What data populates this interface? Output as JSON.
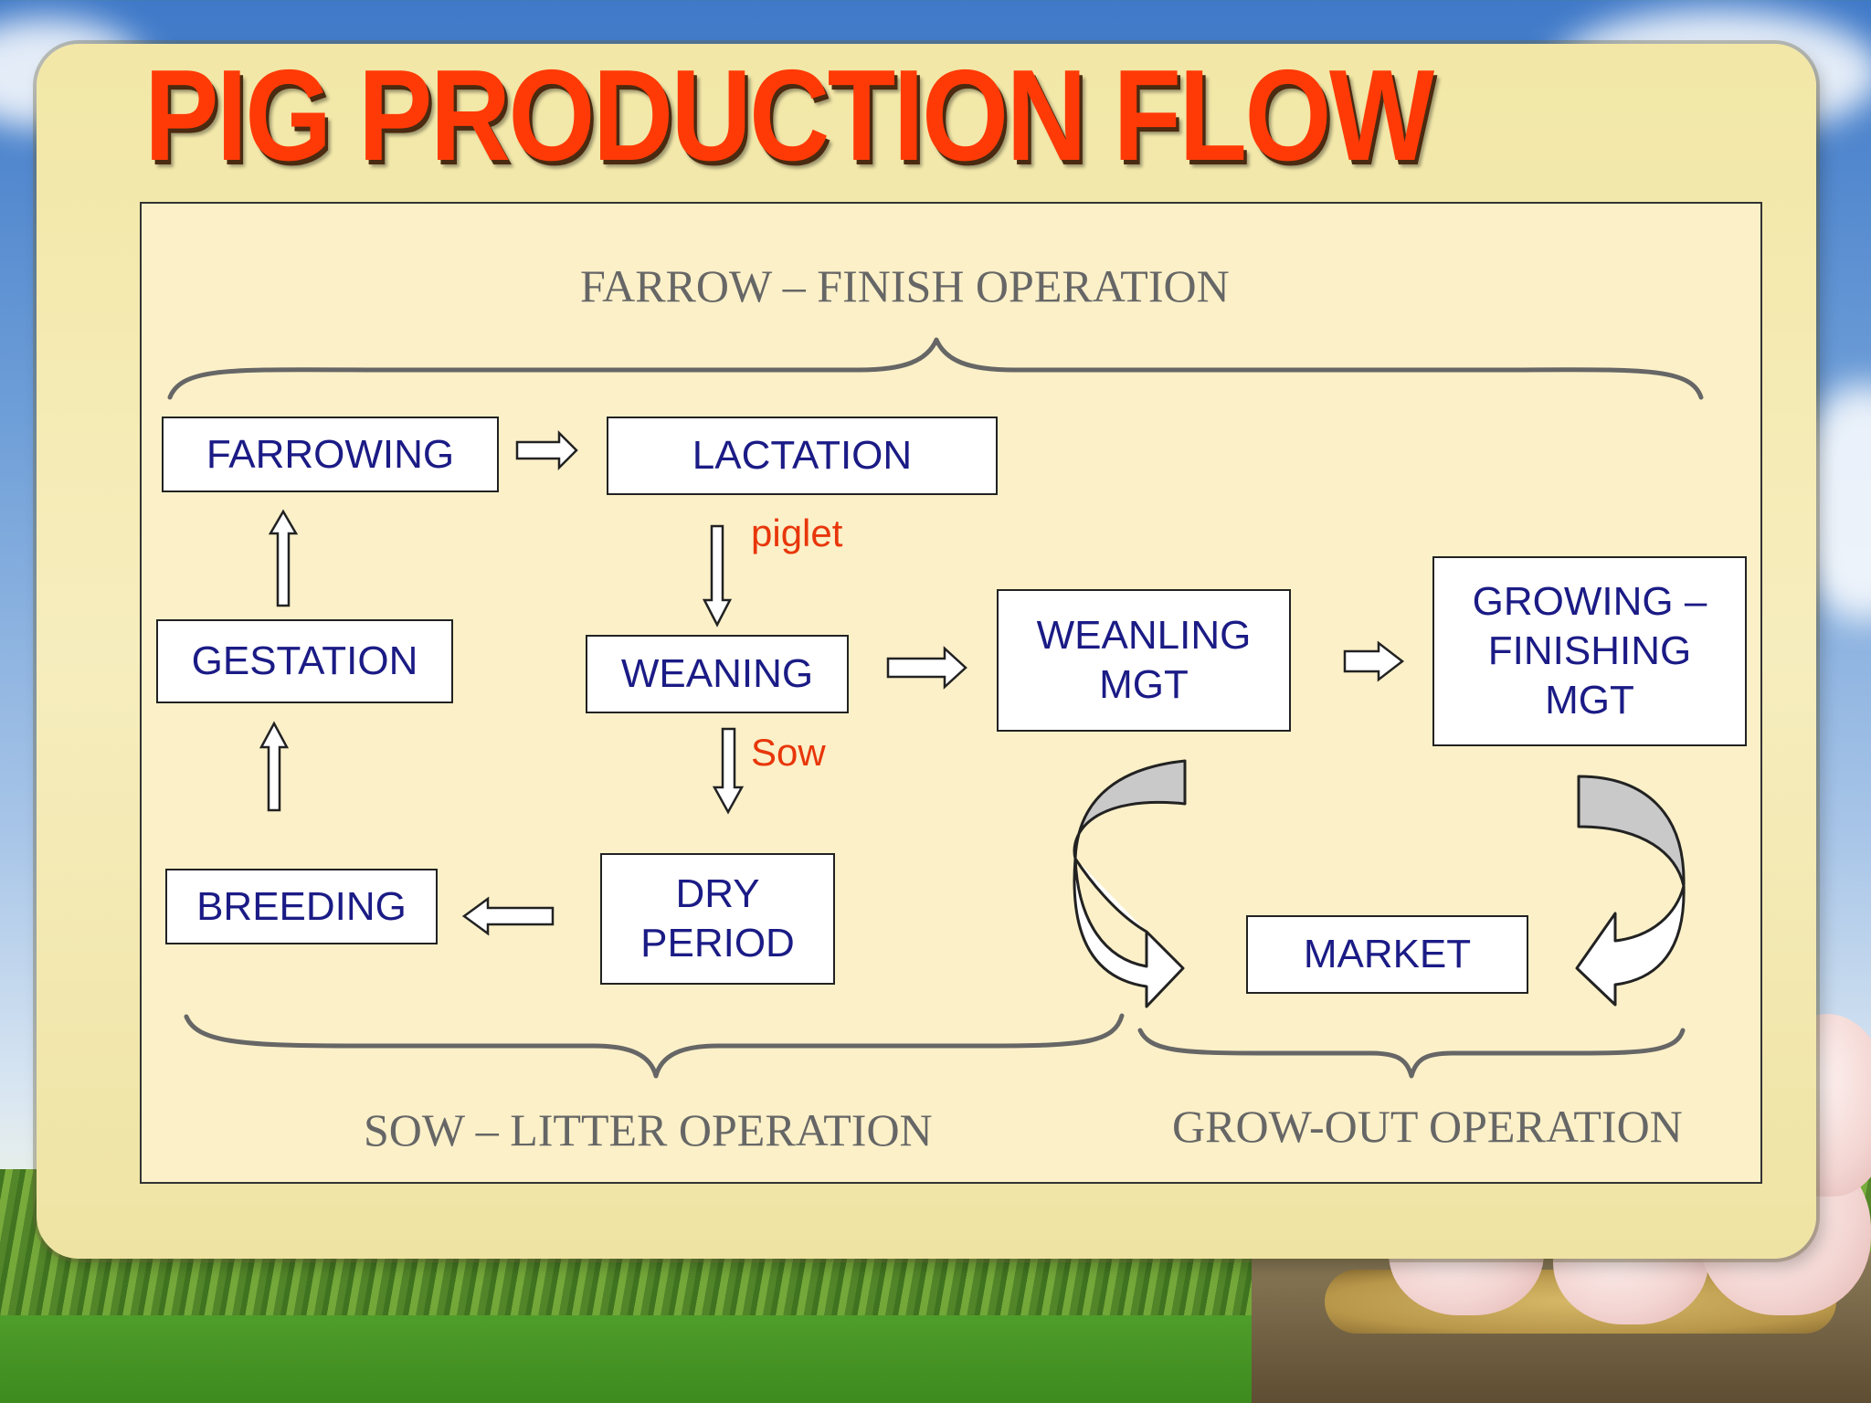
{
  "title": "PIG PRODUCTION FLOW",
  "groups": {
    "farrow_finish": "FARROW – FINISH OPERATION",
    "sow_litter": "SOW – LITTER OPERATION",
    "grow_out": "GROW-OUT OPERATION"
  },
  "stages": {
    "farrowing": "FARROWING",
    "lactation": "LACTATION",
    "gestation": "GESTATION",
    "weaning": "WEANING",
    "weanling": "WEANLING\nMGT",
    "growing": "GROWING –\nFINISHING\nMGT",
    "breeding": "BREEDING",
    "dry_period": "DRY\nPERIOD",
    "market": "MARKET"
  },
  "edge_labels": {
    "piglet": "piglet",
    "sow": "Sow"
  },
  "colors": {
    "title": "#ff3a06",
    "box_text": "#1b1b86",
    "edge_label": "#e8360a",
    "group_label": "#666666"
  }
}
